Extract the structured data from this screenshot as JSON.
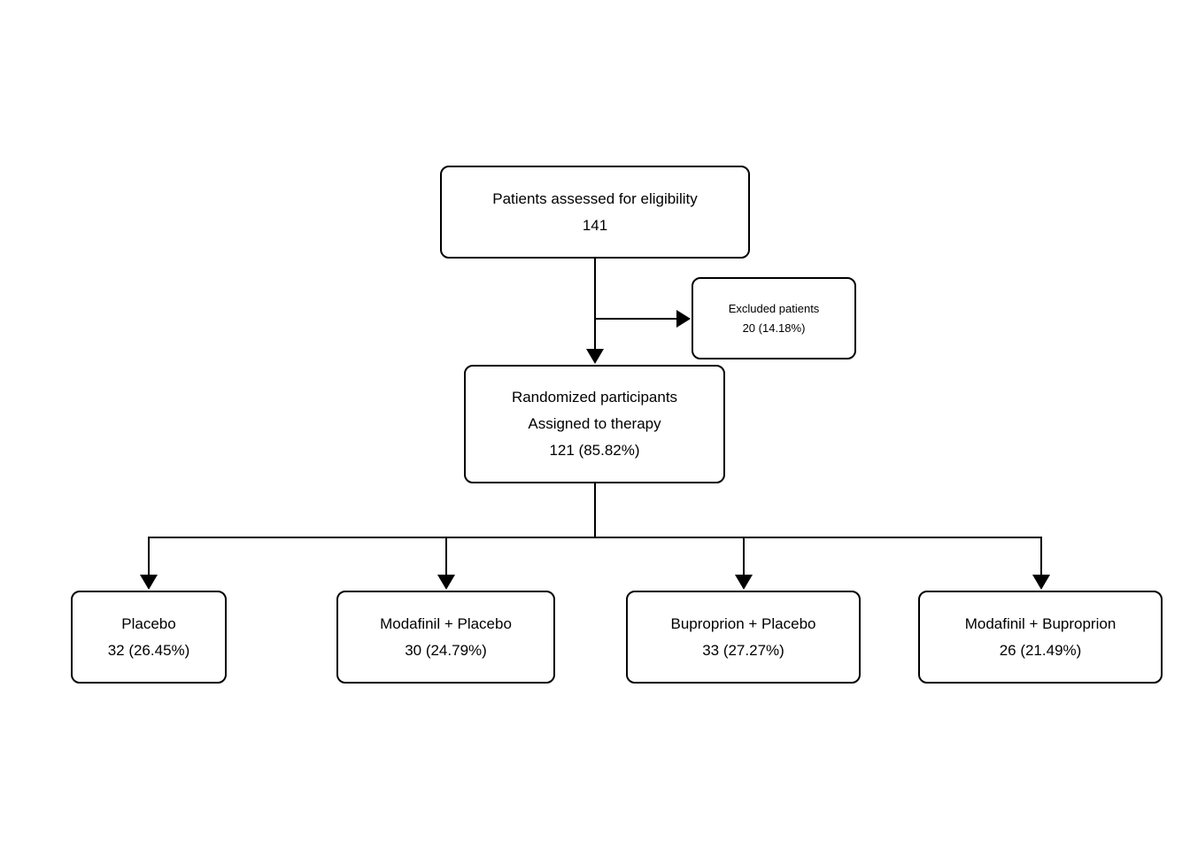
{
  "page": {
    "background_color": "#ffffff",
    "line_color": "#000000",
    "diagram_type": "patient-flow-chart"
  },
  "boxes": {
    "eligibility": {
      "lines": [
        "Patients assessed for eligibility",
        "141"
      ]
    },
    "excluded": {
      "lines": [
        "Excluded patients",
        "20 (14.18%)"
      ]
    },
    "randomized": {
      "lines": [
        "Randomized participants",
        "Assigned to therapy",
        "121 (85.82%)"
      ]
    },
    "arm_placebo": {
      "lines": [
        "Placebo",
        "32 (26.45%)"
      ]
    },
    "arm_modafinil_placebo": {
      "lines": [
        "Modafinil + Placebo",
        "30 (24.79%)"
      ]
    },
    "arm_buproprion_placebo": {
      "lines": [
        "Buproprion + Placebo",
        "33 (27.27%)"
      ]
    },
    "arm_modafinil_buproprion": {
      "lines": [
        "Modafinil + Buproprion",
        "26 (21.49%)"
      ]
    }
  }
}
